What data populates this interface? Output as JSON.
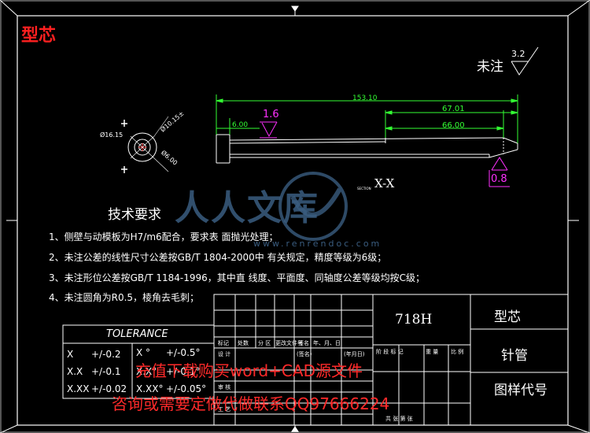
{
  "drawing": {
    "title": "型芯",
    "surface_note": {
      "label": "未注",
      "value": "3.2"
    },
    "dimensions": {
      "overall": "153.10",
      "left": "6.00",
      "right_upper": "67.01",
      "right_lower": "66.00",
      "chamfer_left": "1.6",
      "chamfer_right": "0.8",
      "dia_a": "Ø16.15",
      "dia_b": "Ø10.15±",
      "dia_c": "Ø6.00"
    },
    "section_label": "X-X",
    "section_prefix": "SECTION"
  },
  "requirements": {
    "title": "技术要求",
    "items": [
      "1、侧壁与动模板为H7/m6配合，要求表    面抛光处理；",
      "2、未注公差的线性尺寸公差按GB/T 1804-2000中    有关规定，精度等级为6级；",
      "3、未注形位公差按GB/T 1184-1996，其中直    线度、平面度、同轴度公差等级均按C级；",
      "4、未注圆角为R0.5，棱角去毛刺；"
    ]
  },
  "tolerance": {
    "title": "TOLERANCE",
    "rows": [
      {
        "a": "X",
        "av": "+/-0.2",
        "b": "X °",
        "bv": "+/-0.5°"
      },
      {
        "a": "X.X",
        "av": "+/-0.1",
        "b": "X.X°",
        "bv": "+/-0.1°"
      },
      {
        "a": "X.XX",
        "av": "+/-0.02",
        "b": "X.XX°",
        "bv": "+/-0.05°"
      }
    ]
  },
  "title_block": {
    "material": "718H",
    "part_name": "型芯",
    "part_sub": "针管",
    "drawing_no": "图样代号",
    "col_headers": [
      "标记",
      "处数",
      "分 区",
      "更改文件号",
      "签名",
      "年、月、日"
    ],
    "sign_rows": [
      "设 计",
      "审 核",
      "工 艺"
    ],
    "std_label": "(签名)",
    "date_label": "(年月日)",
    "stage_label": "阶 段 标 记",
    "weight_label": "重 量",
    "scale_label": "比 例",
    "sheet_label": "共    张  第    张"
  },
  "watermark": {
    "text": "人人文库",
    "url": "www.renrendoc.com"
  },
  "promo": {
    "line1": "充值下载购买word+CAD源文件",
    "line2": "咨询或需要定做代做联系QQ97666224"
  },
  "colors": {
    "background": "#000000",
    "lines": "#ffffff",
    "dimension": "#33ff33",
    "section": "#ff30ff",
    "highlight": "#ff2020"
  }
}
